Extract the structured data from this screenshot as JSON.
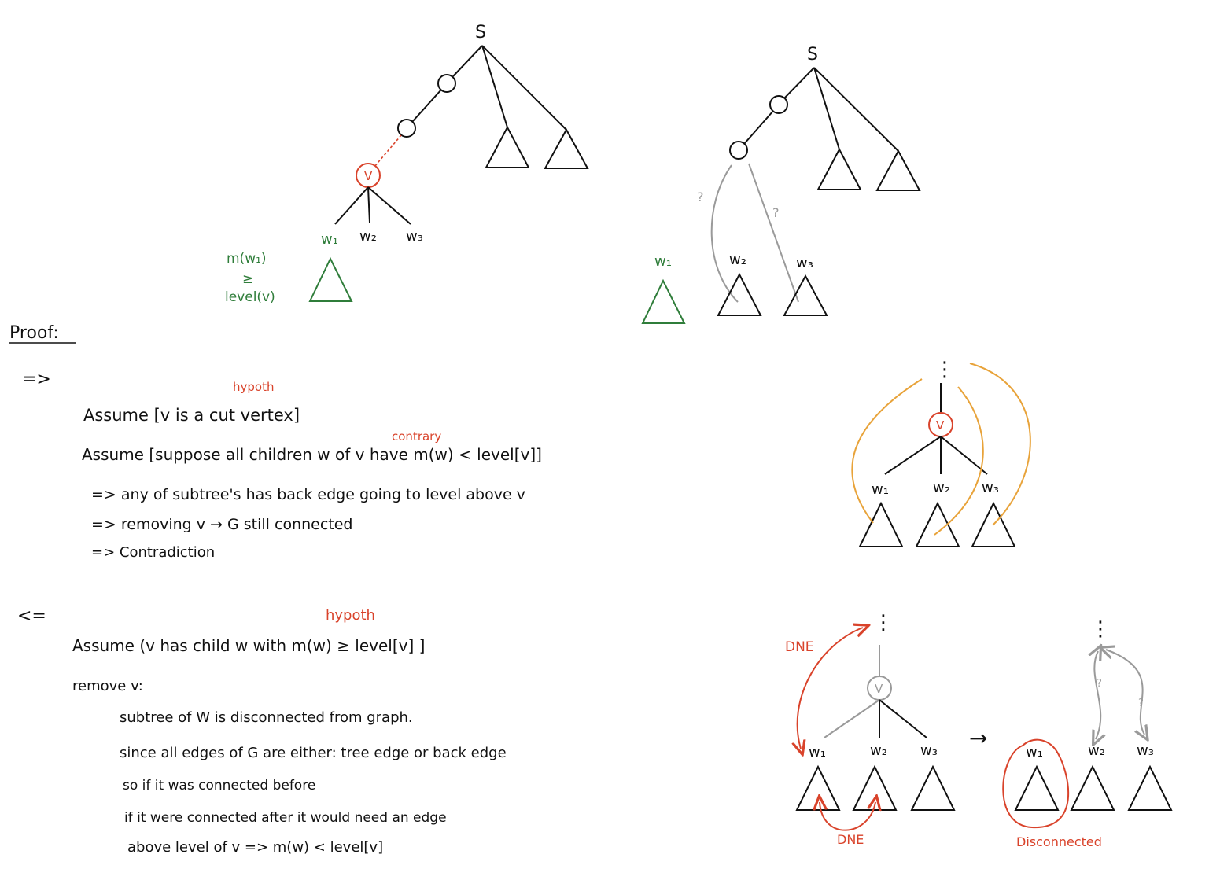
{
  "colors": {
    "ink": "#111111",
    "red": "#d9432b",
    "green": "#2f7d3a",
    "gray": "#9a9a9a",
    "orange": "#e8a33a"
  },
  "diagram1": {
    "root": "S",
    "v": "V",
    "w1": "w₁",
    "w2": "w₂",
    "w3": "w₃",
    "note_line1": "m(w₁)",
    "note_line2": "≥",
    "note_line3": "level(v)"
  },
  "diagram2": {
    "root": "S",
    "w1": "w₁",
    "w2": "w₂",
    "w3": "w₃",
    "q1": "?",
    "q2": "?"
  },
  "proof_title": "Proof:",
  "forward": {
    "arrow": "=>",
    "hypoth_note": "hypoth",
    "assume1": "Assume [v is a cut vertex]",
    "contrary_note": "contrary",
    "assume2": "Assume [suppose all children w of v have m(w) < level[v]]",
    "step1": "=>   any of subtree's has back edge going to level above v",
    "step2": "=>   removing v → G still connected",
    "step3": "=>   Contradiction"
  },
  "diagram3": {
    "dots": "⋮",
    "v": "V",
    "w1": "w₁",
    "w2": "w₂",
    "w3": "w₃"
  },
  "backward": {
    "arrow": "<=",
    "hypoth_note": "hypoth",
    "assume": "Assume (v has child w with m(w) ≥ level[v] ]",
    "remove": "remove v:",
    "line1": "subtree of W is disconnected from graph.",
    "line2": "since all edges of G are either: tree edge or back edge",
    "line3": "so if it was connected before",
    "line4": "if it were connected after it would need an edge",
    "line5": "above level of v => m(w) < level[v]"
  },
  "diagram4": {
    "dots": "⋮",
    "dne_top": "DNE",
    "v": "V",
    "w1": "w₁",
    "w2": "w₂",
    "w3": "w₃",
    "dne_bottom": "DNE",
    "arrow": "→"
  },
  "diagram5": {
    "dots": "⋮",
    "w1": "w₁",
    "w2": "w₂",
    "w3": "w₃",
    "q1": "?",
    "q2": "?",
    "disconnected": "Disconnected"
  }
}
